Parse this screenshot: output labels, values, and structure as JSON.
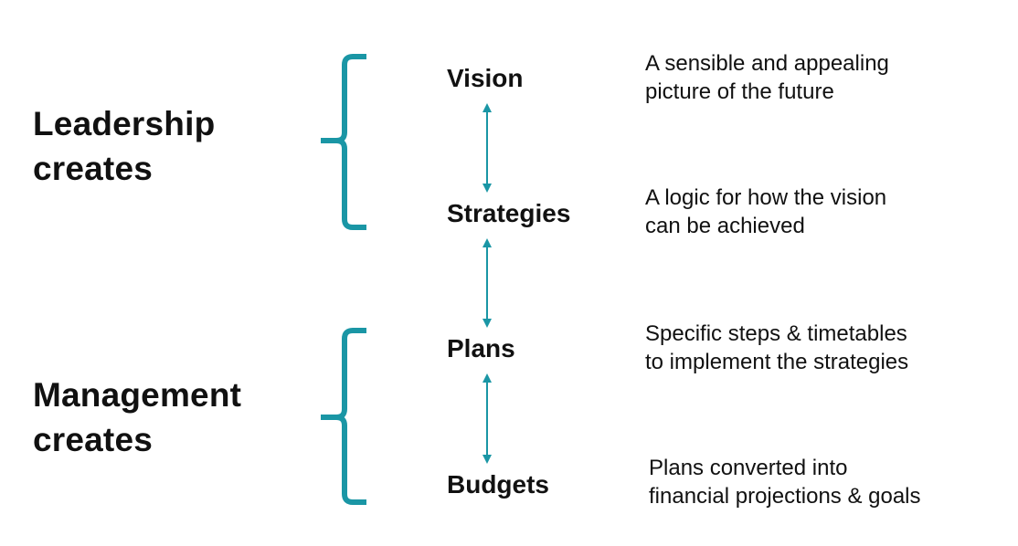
{
  "groups": {
    "leadership": {
      "line1": "Leadership",
      "line2": "creates"
    },
    "management": {
      "line1": "Management",
      "line2": "creates"
    }
  },
  "stages": [
    {
      "name": "Vision",
      "description": [
        "A sensible and appealing",
        "picture of the future"
      ]
    },
    {
      "name": "Strategies",
      "description": [
        "A logic for how the vision",
        "can be achieved"
      ]
    },
    {
      "name": "Plans",
      "description": [
        "Specific steps & timetables",
        "to implement the strategies"
      ]
    },
    {
      "name": "Budgets",
      "description": [
        "Plans converted into",
        "financial projections & goals"
      ]
    }
  ],
  "colors": {
    "accent": "#1a96a5",
    "text": "#111111"
  }
}
